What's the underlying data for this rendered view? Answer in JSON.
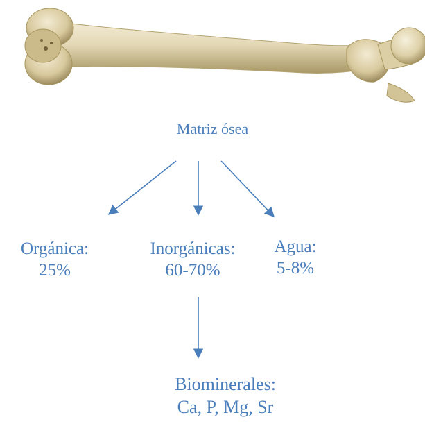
{
  "root": {
    "label": "Matriz ósea"
  },
  "nodes": {
    "organica": {
      "line1": "Orgánica:",
      "line2": "25%"
    },
    "inorganicas": {
      "line1": "Inorgánicas:",
      "line2": "60-70%"
    },
    "agua": {
      "line1": "Agua:",
      "line2": "5-8%"
    },
    "biominerales": {
      "line1": "Biominerales:",
      "line2": "Ca, P, Mg, Sr"
    }
  },
  "colors": {
    "text": "#4a7ebb",
    "arrow": "#4a7ebb",
    "bone_light": "#ece3c8",
    "bone_mid": "#d9cca3",
    "bone_dark": "#9c8b5e"
  },
  "image": {
    "subject": "femur-bone"
  }
}
